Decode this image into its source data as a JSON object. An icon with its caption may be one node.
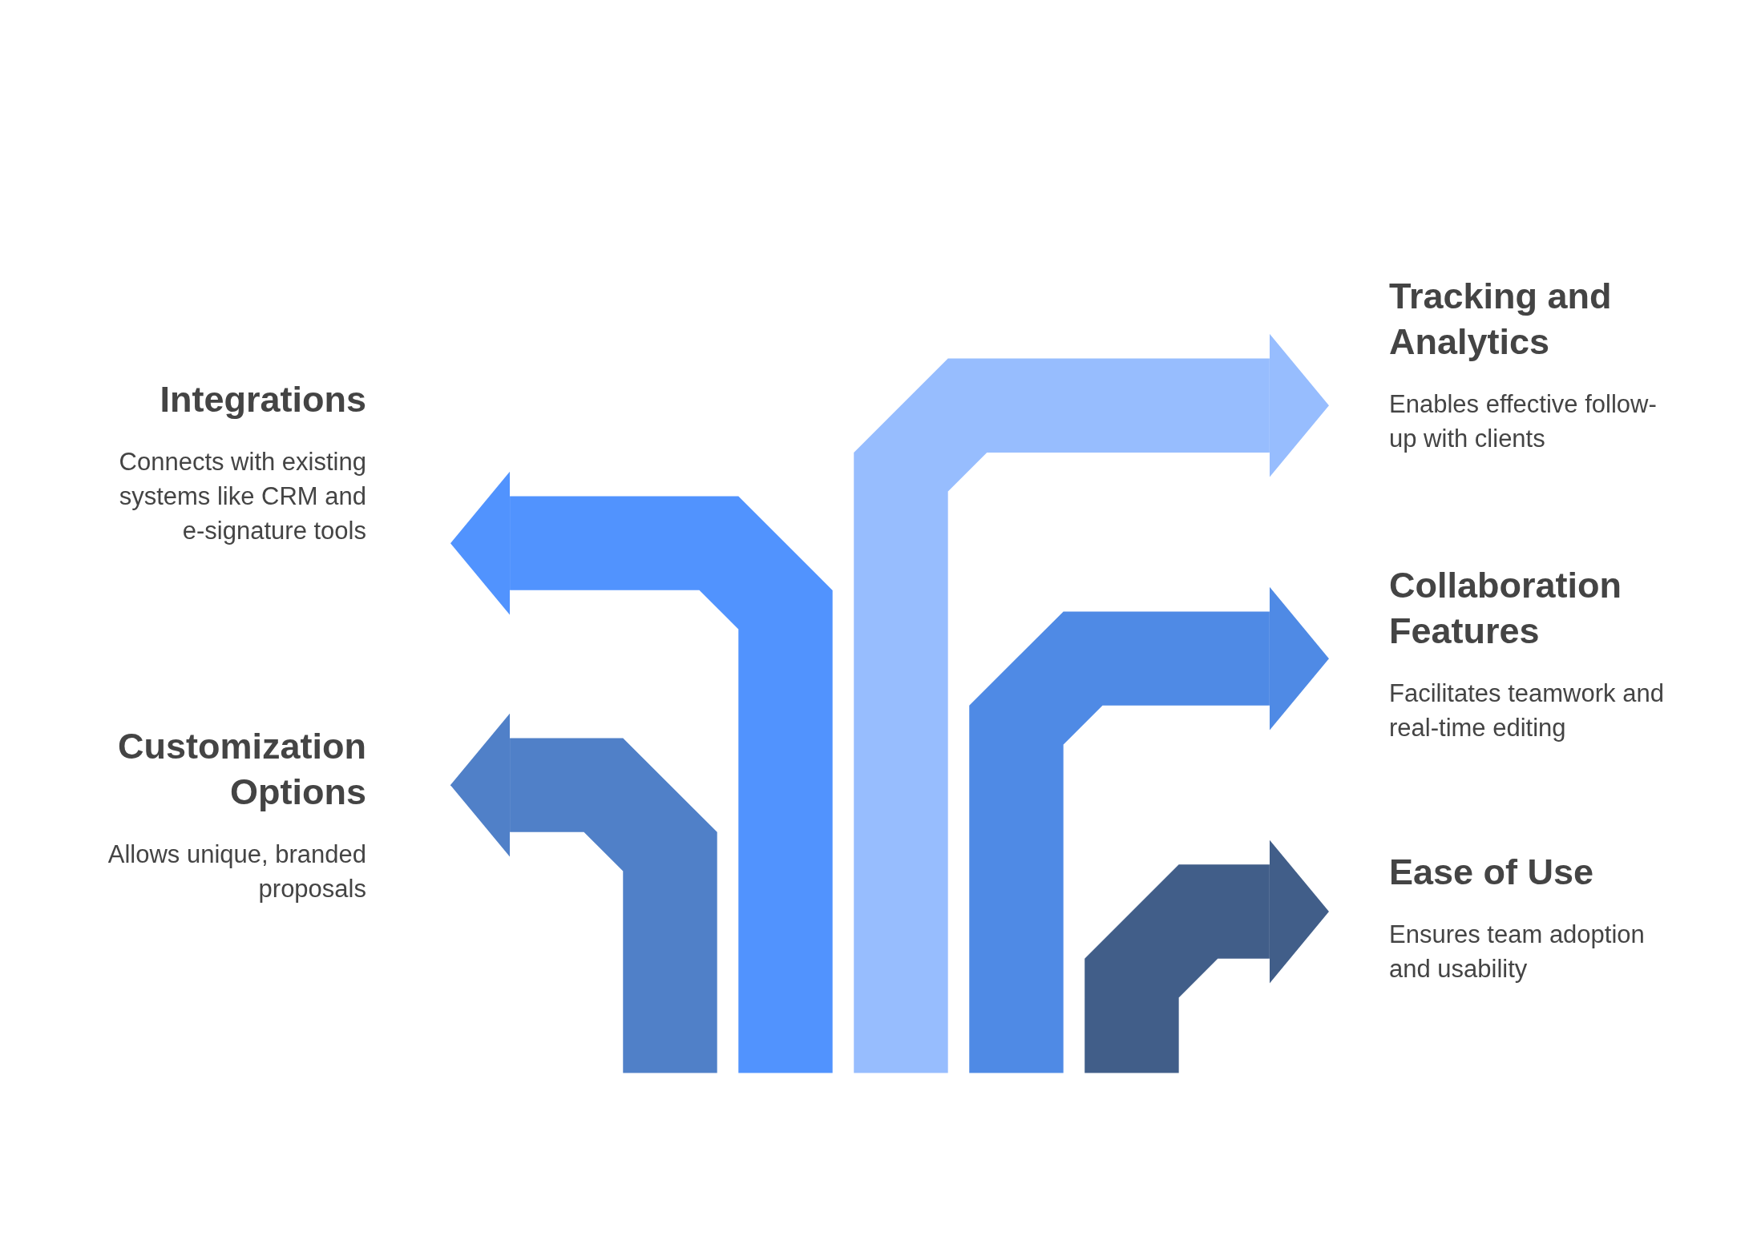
{
  "diagram": {
    "nodes": [
      {
        "text": [
          "Integrations",
          "Connects with existing systems like CRM and e-signature tools"
        ]
      },
      {
        "text": [
          "Customization Options",
          "Allows unique, branded proposals"
        ]
      },
      {
        "text": [
          "Tracking and Analytics",
          "Enables effective follow-up with clients"
        ]
      },
      {
        "text": [
          "Collaboration Features",
          "Facilitates teamwork and real-time editing"
        ]
      },
      {
        "text": [
          "Ease of Use",
          "Ensures team adoption and usability"
        ]
      }
    ],
    "edges": [
      {
        "from": null,
        "to": 1,
        "arrow": "to",
        "color": "#5080c8"
      },
      {
        "from": null,
        "to": 0,
        "arrow": "to",
        "color": "#5193fe"
      },
      {
        "from": null,
        "to": 2,
        "arrow": "to",
        "color": "#97bdfe"
      },
      {
        "from": null,
        "to": 3,
        "arrow": "to",
        "color": "#4f8ae5"
      },
      {
        "from": null,
        "to": 4,
        "arrow": "to",
        "color": "#415e89"
      }
    ]
  }
}
